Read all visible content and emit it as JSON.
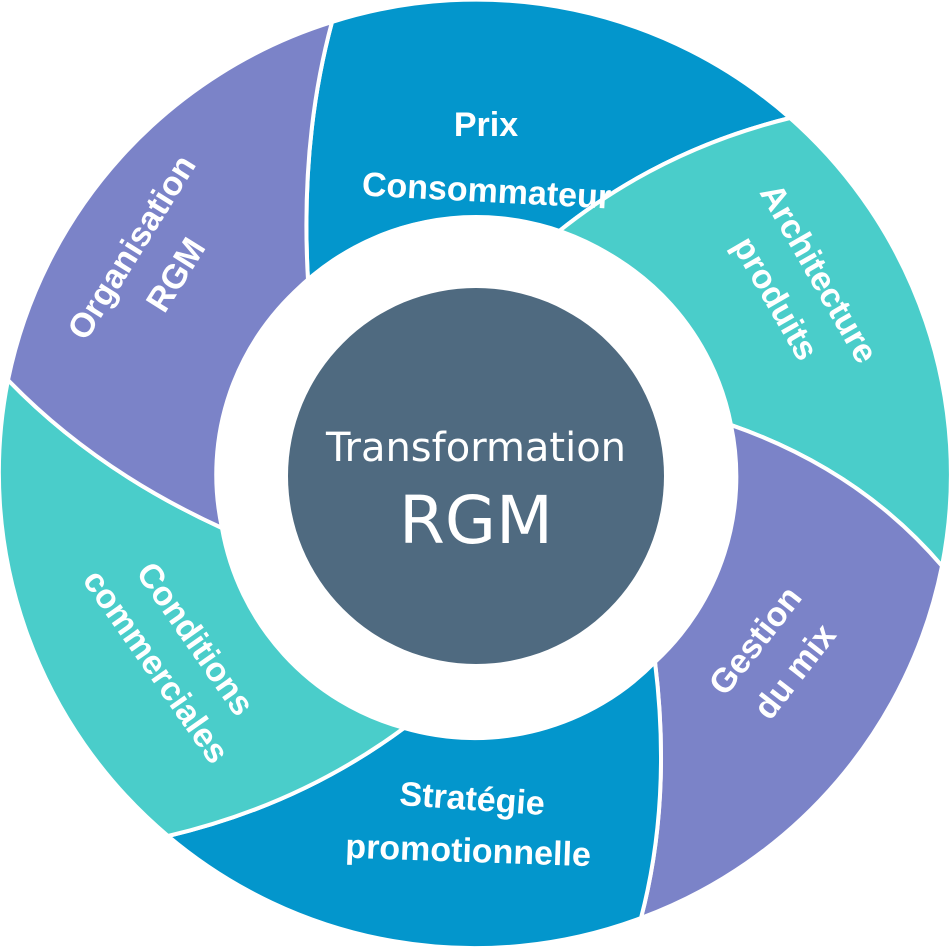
{
  "diagram": {
    "title": "Transformation RGM wheel",
    "center": {
      "line1": "Transformation",
      "line2": "RGM",
      "color": "#4f6a80"
    },
    "colors": {
      "blue": "#0396cc",
      "teal": "#4acdca",
      "purple": "#7b83c8",
      "divider": "#ffffff",
      "background": "#ffffff"
    },
    "segments": [
      {
        "id": "prix-consommateur",
        "lines": [
          "Prix",
          "Consommateur"
        ],
        "color": "#0396cc"
      },
      {
        "id": "architecture-produits",
        "lines": [
          "Architecture",
          "produits"
        ],
        "color": "#4acdca"
      },
      {
        "id": "gestion-du-mix",
        "lines": [
          "Gestion",
          "du mix"
        ],
        "color": "#7b83c8"
      },
      {
        "id": "strategie-promotionnelle",
        "lines": [
          "Stratégie",
          "promotionnelle"
        ],
        "color": "#0396cc"
      },
      {
        "id": "conditions-commerciales",
        "lines": [
          "Conditions",
          "commerciales"
        ],
        "color": "#4acdca"
      },
      {
        "id": "organisation-rgm",
        "lines": [
          "Organisation",
          "RGM"
        ],
        "color": "#7b83c8"
      }
    ]
  }
}
